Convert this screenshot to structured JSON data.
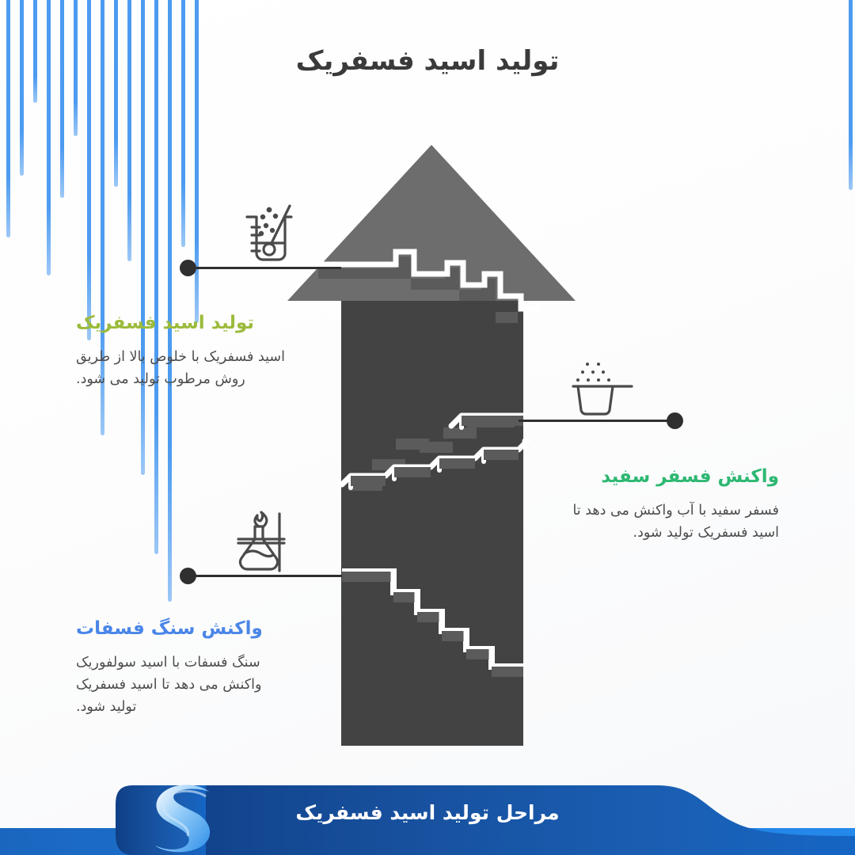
{
  "title": "تولید اسید فسفریک",
  "colors": {
    "step1_heading": "#9cbb3c",
    "step2_heading": "#2eb872",
    "step3_heading": "#4a86e8",
    "arrow_head": "#6d6d6d",
    "arrow_shaft": "#434343",
    "step_face": "#5b5b5b",
    "connector": "#2f2f2f",
    "ribbon_dark": "#11478f",
    "ribbon_mid": "#1a5fb4",
    "ribbon_light": "#1f7fe0",
    "deco_blue": "#4d9bf0",
    "title_text": "#3a3a3a",
    "body_text": "#4d4d4d"
  },
  "steps": [
    {
      "id": "step-1",
      "heading": "تولید اسید فسفریک",
      "body": "اسید فسفریک با خلوص بالا از طریق روش مرطوب تولید می شود.",
      "icon": "beaker-with-stirring-rod-icon",
      "side": "left"
    },
    {
      "id": "step-2",
      "heading": "واکنش فسفر سفید",
      "body": "فسفر سفید با آب واکنش می دهد تا اسید فسفریک تولید شود.",
      "icon": "powder-tray-icon",
      "side": "right"
    },
    {
      "id": "step-3",
      "heading": "واکنش سنگ فسفات",
      "body": "سنگ فسفات با اسید سولفوریک واکنش می دهد تا اسید فسفریک تولید شود.",
      "icon": "flask-burner-icon",
      "side": "left"
    }
  ],
  "ribbon": {
    "caption": "مراحل تولید اسید فسفریک",
    "logo": "s-swoosh-logo"
  },
  "decor": {
    "left_lines": [
      300,
      222,
      130,
      348,
      250,
      172,
      430,
      550,
      236,
      330,
      600,
      700,
      760,
      312,
      408
    ],
    "right_lines": [
      240,
      560,
      312,
      700,
      460,
      200
    ]
  }
}
